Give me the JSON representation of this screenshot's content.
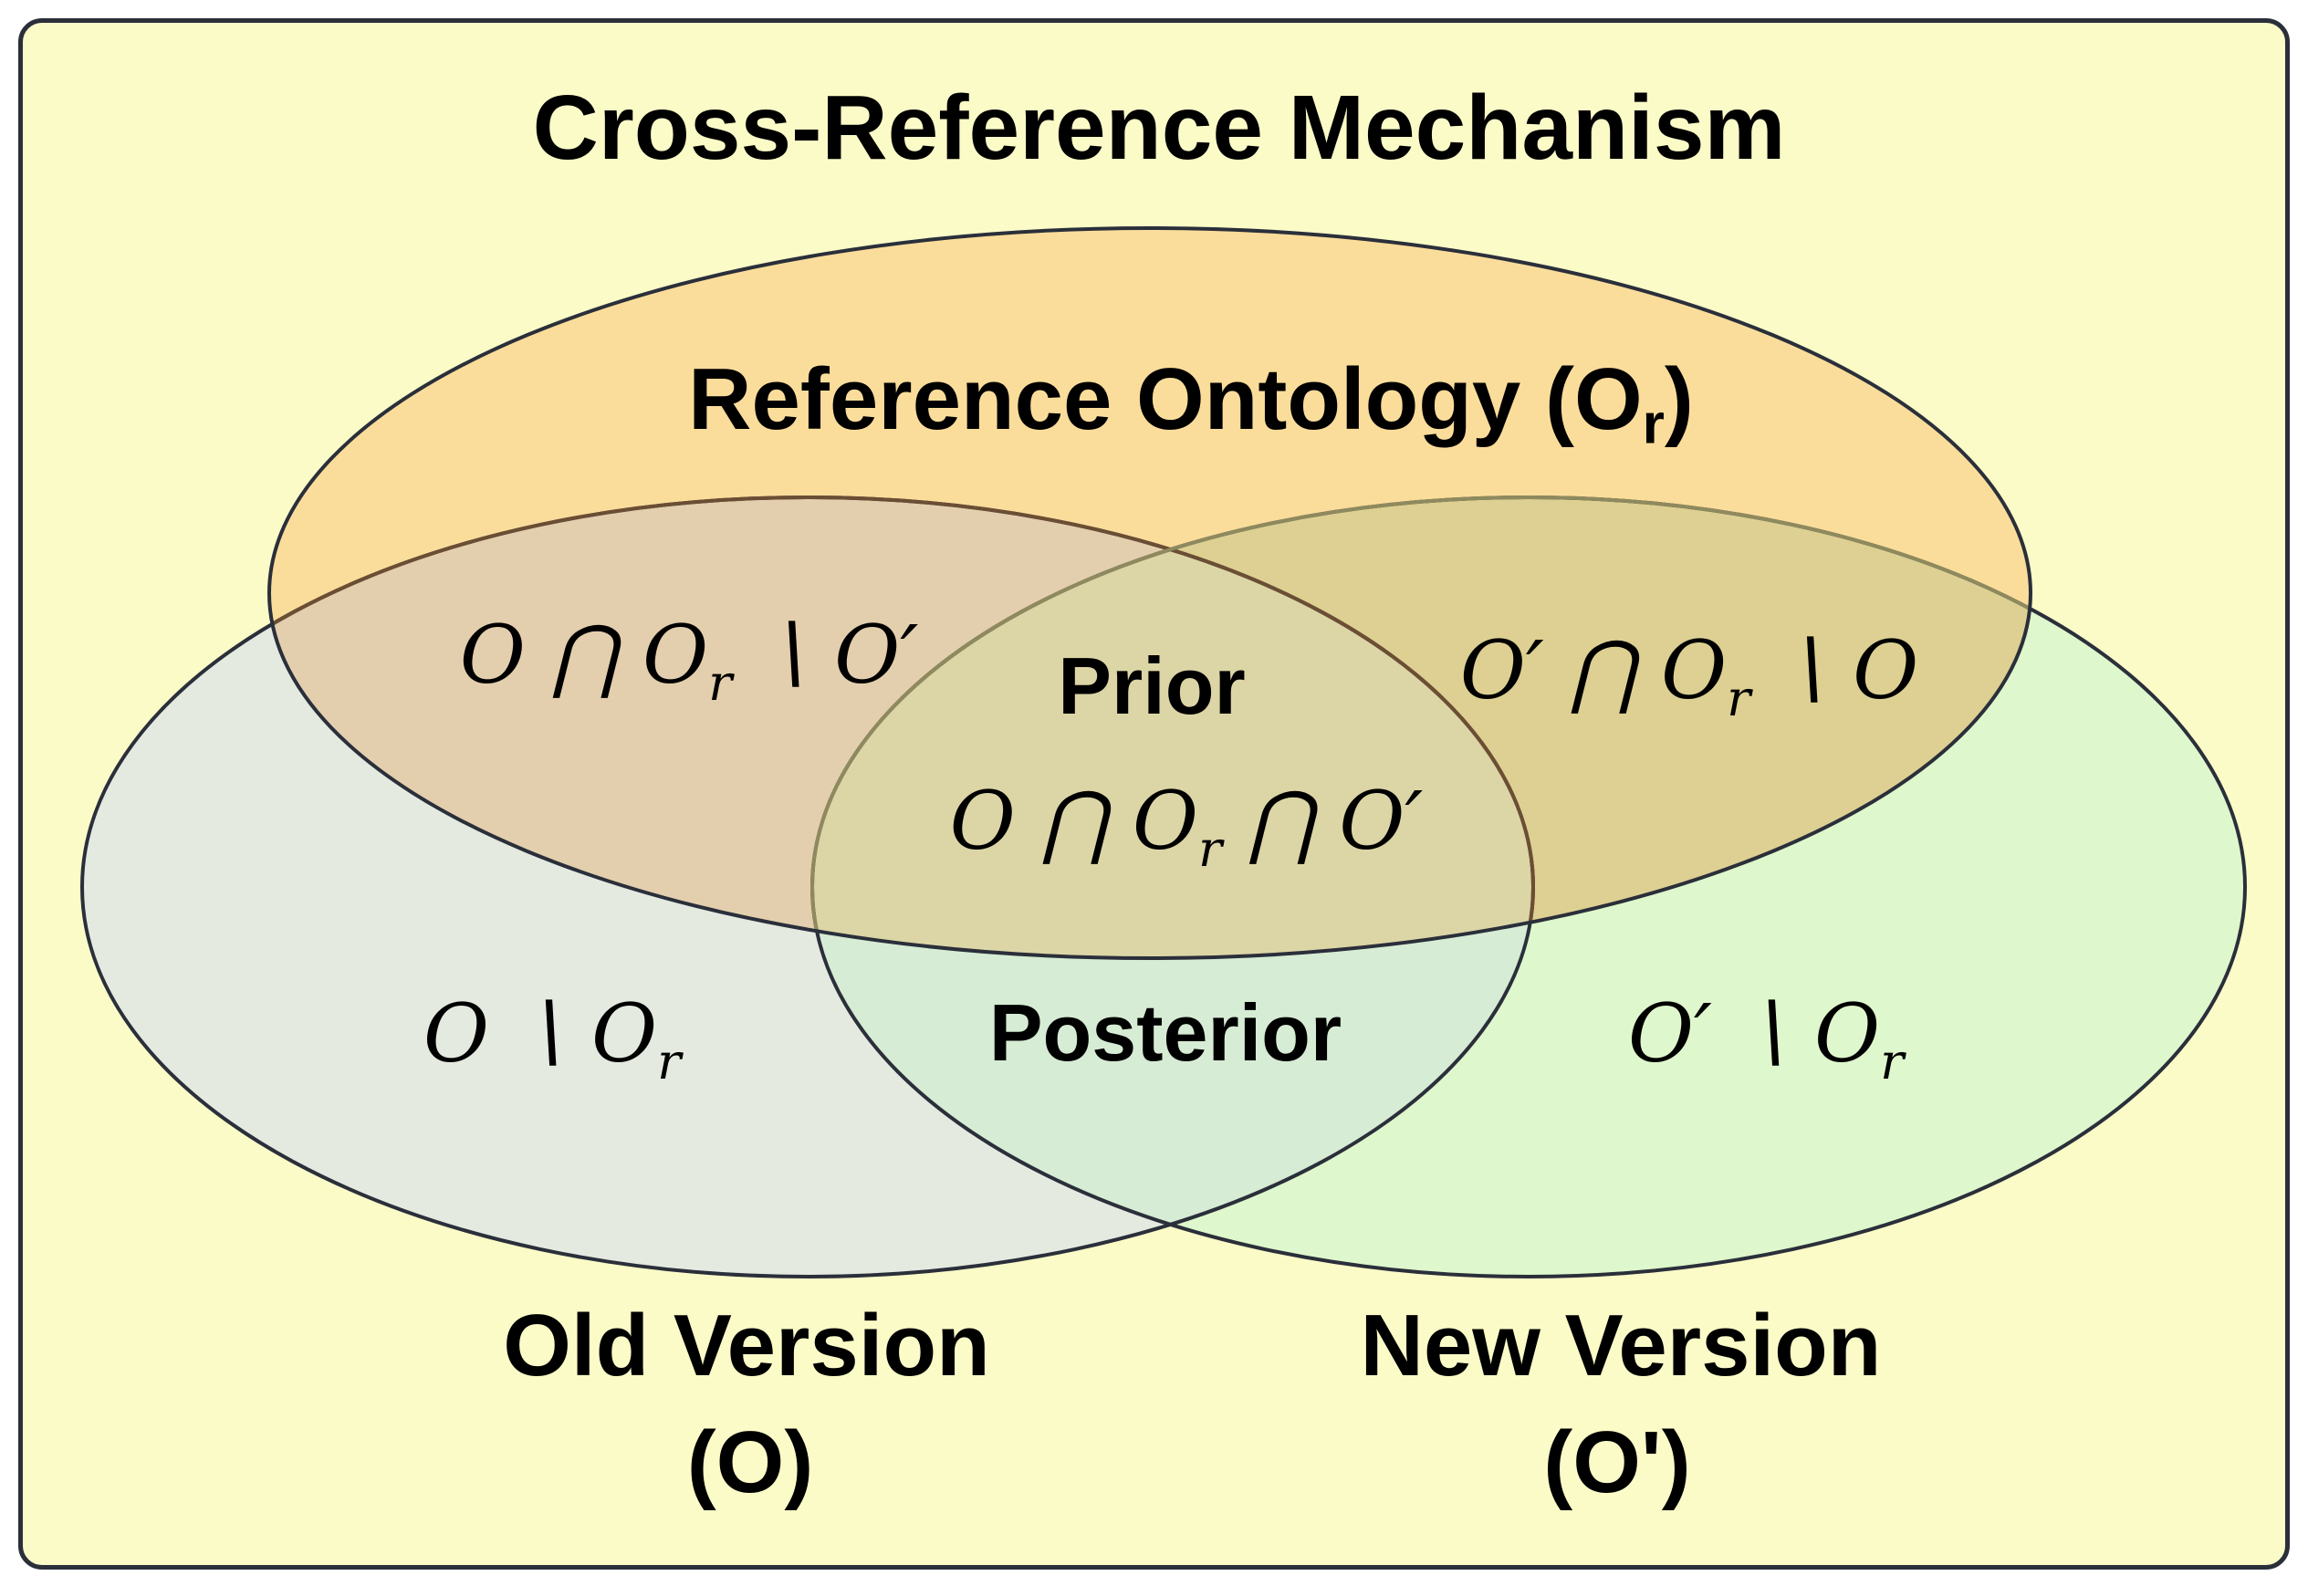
{
  "diagram": {
    "title": "Cross-Reference Mechanism",
    "colors": {
      "page_background": "#FFFFFF",
      "board_background": "#FBFBC8",
      "board_border": "#2A2F3A",
      "reference_fill": "#FBDD9B",
      "old_fill": "#E4EAE0",
      "new_fill": "#DEF7CC",
      "ref_old_overlap": "#E3CFAE",
      "ref_new_overlap": "#DDD092",
      "old_new_overlap": "#D6ECD4",
      "center_overlap": "#DCD5A6",
      "outline": "#2A2F3A",
      "outline_under_ref_old": "#6B4E33",
      "outline_under_ref_new": "#8F8A5E",
      "text": "#000000"
    },
    "sets": {
      "reference": {
        "label_pre": "Reference Ontology (O",
        "label_sub": "r",
        "label_post": ")"
      },
      "old": {
        "line1": "Old Version",
        "line2": "(O)"
      },
      "new": {
        "line1": "New Version",
        "line2": "(O')"
      }
    },
    "regions": {
      "prior_word": "Prior",
      "posterior_word": "Posterior",
      "o_and_or_minus_oprime": {
        "main": "O ⋂ O",
        "sub": "r",
        "tail": " ∖ O′"
      },
      "o_and_or_and_oprime": {
        "main": "O ⋂ O",
        "sub": "r",
        "tail": " ⋂ O′"
      },
      "oprime_and_or_minus_o": {
        "main": "O′ ⋂ O",
        "sub": "r",
        "tail": " ∖ O"
      },
      "o_minus_or": {
        "main": "O ∖ O",
        "sub": "r",
        "tail": ""
      },
      "oprime_minus_or": {
        "main": "O′ ∖ O",
        "sub": "r",
        "tail": ""
      }
    }
  }
}
